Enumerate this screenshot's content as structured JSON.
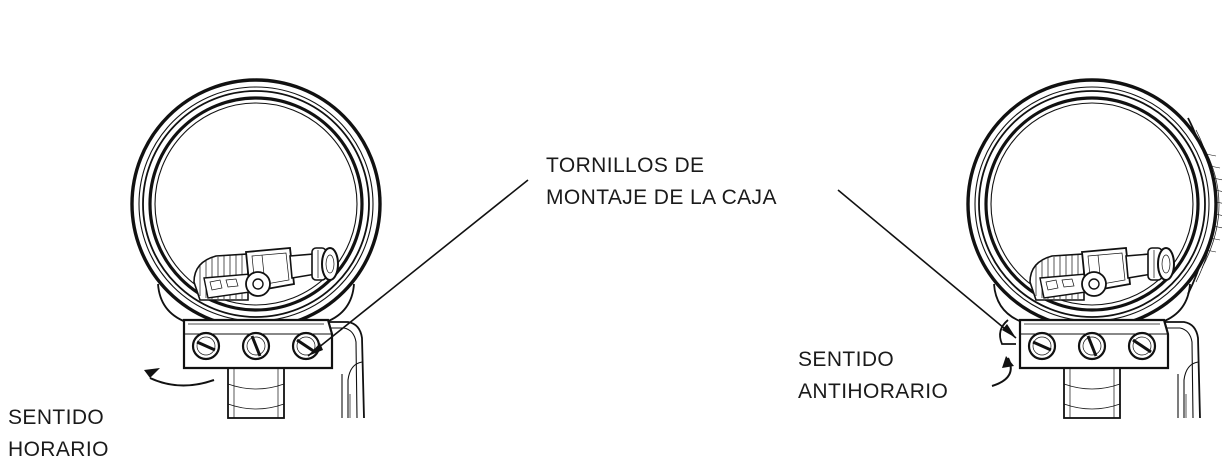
{
  "labels": {
    "screws_line1": "TORNILLOS DE",
    "screws_line2": "MONTAJE DE LA CAJA",
    "cw_line1": "SENTIDO",
    "cw_line2": "HORARIO",
    "ccw_line1": "SENTIDO",
    "ccw_line2": "ANTIHORARIO"
  },
  "icons": {
    "left_device": "sight-housing-illustration",
    "right_device": "sight-housing-illustration",
    "cw_arrow": "clockwise-arrow-icon",
    "ccw_arrow": "counterclockwise-arrow-icon"
  }
}
